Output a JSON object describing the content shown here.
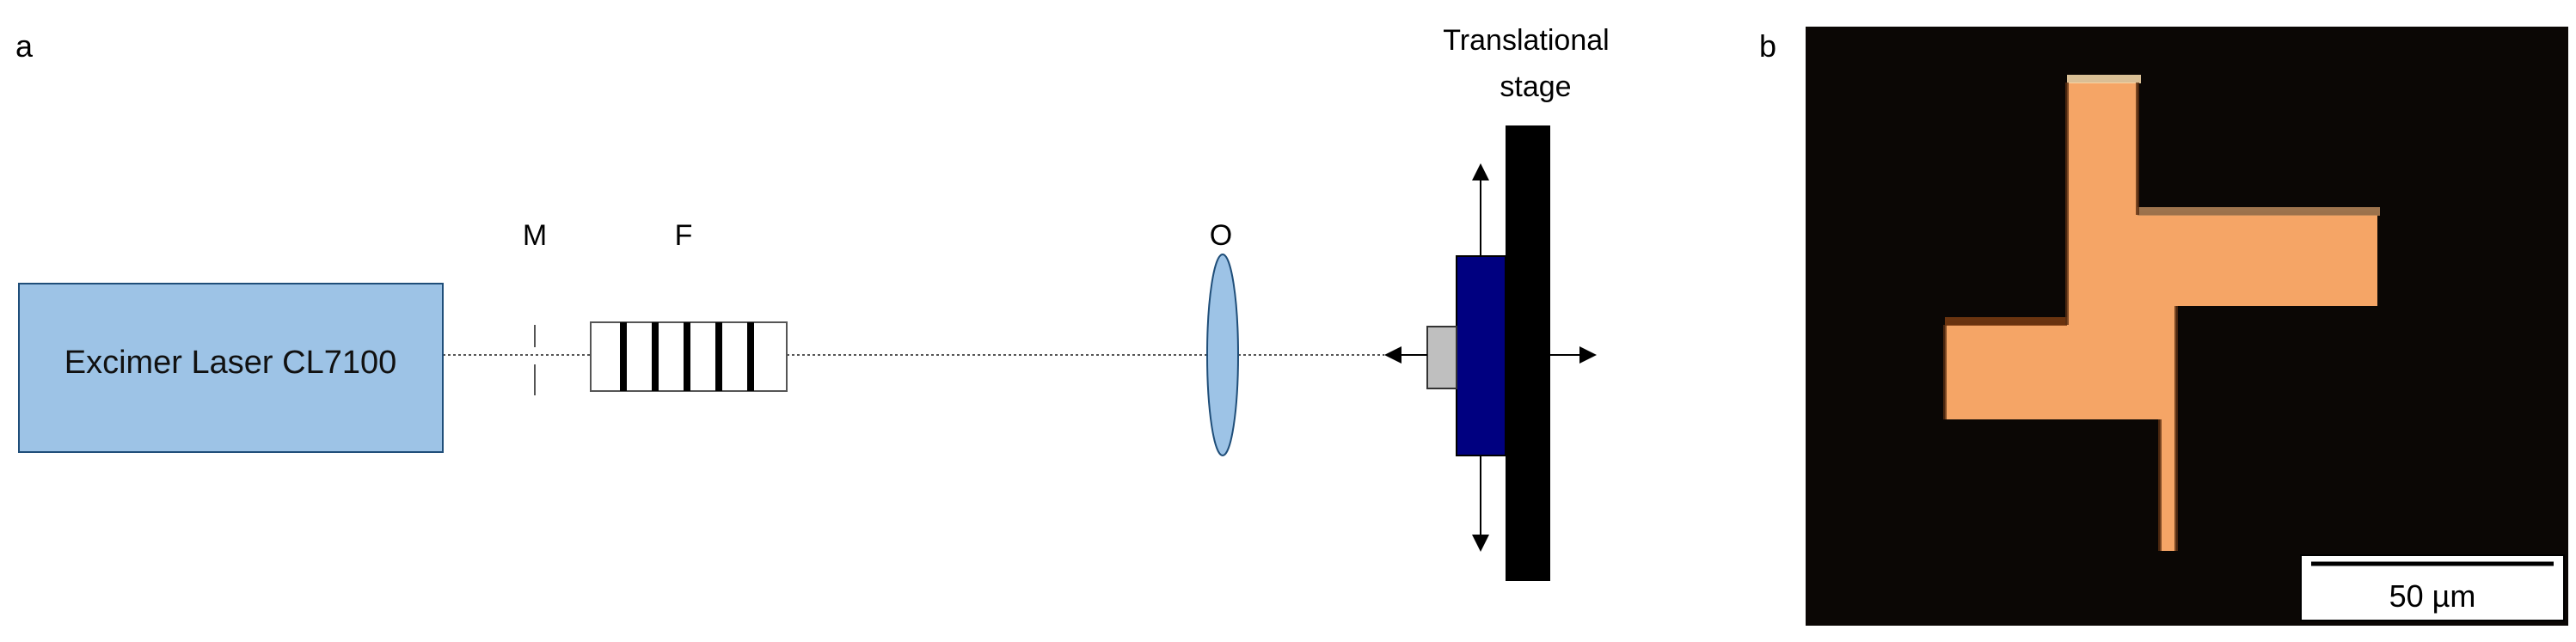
{
  "panels": {
    "a_label": "a",
    "b_label": "b"
  },
  "laser": {
    "label": "Excimer Laser CL7100",
    "fill": "#9DC3E6",
    "stroke": "#1F4E79"
  },
  "components": {
    "mask_label": "M",
    "filter_label": "F",
    "objective_label": "O",
    "objective_fill": "#9DC3E6"
  },
  "stage": {
    "label_line1": "Translational",
    "label_line2": "stage",
    "holder_fill": "#000080",
    "sample_fill": "#BFBFBF",
    "plate_fill": "#000000"
  },
  "micrograph": {
    "background": "#0b0705",
    "cross_fill": "#F5A566",
    "scale_bar_label": "50 µm"
  }
}
